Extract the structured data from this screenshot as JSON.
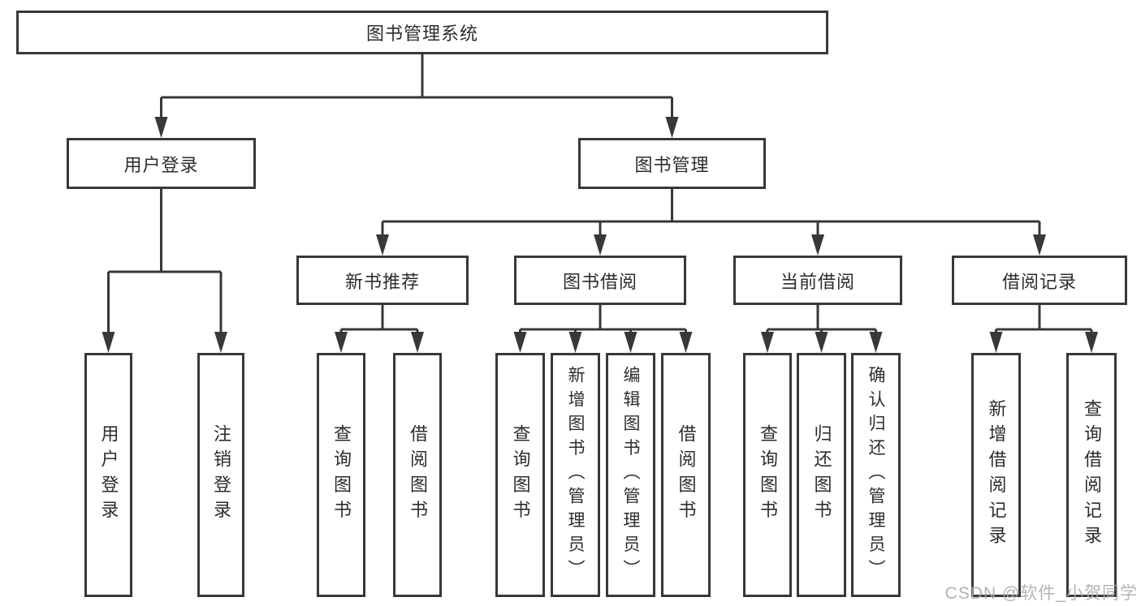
{
  "nodes": {
    "root": "图书管理系统",
    "level2": {
      "user_login": "用户登录",
      "book_management": "图书管理"
    },
    "level3": {
      "new_book_recommend": "新书推荐",
      "book_borrowing": "图书借阅",
      "current_borrowing": "当前借阅",
      "borrowing_records": "借阅记录"
    },
    "leaves": {
      "user_login": "用户登录",
      "logout": "注销登录",
      "query_books_recommend": "查询图书",
      "borrow_books_recommend": "借阅图书",
      "query_books_borrowing": "查询图书",
      "add_book_admin": "新增图书（管理员）",
      "edit_book_admin": "编辑图书（管理员）",
      "borrow_books_borrowing": "借阅图书",
      "query_books_current": "查询图书",
      "return_books": "归还图书",
      "confirm_return_admin": "确认归还（管理员）",
      "add_borrow_record": "新增借阅记录",
      "query_borrow_record": "查询借阅记录"
    }
  },
  "watermark": "CSDN @软件_小贺同学",
  "colors": {
    "line": "#383838",
    "text": "#2d2d2d",
    "background": "#ffffff",
    "watermark": "#aaabaf"
  }
}
